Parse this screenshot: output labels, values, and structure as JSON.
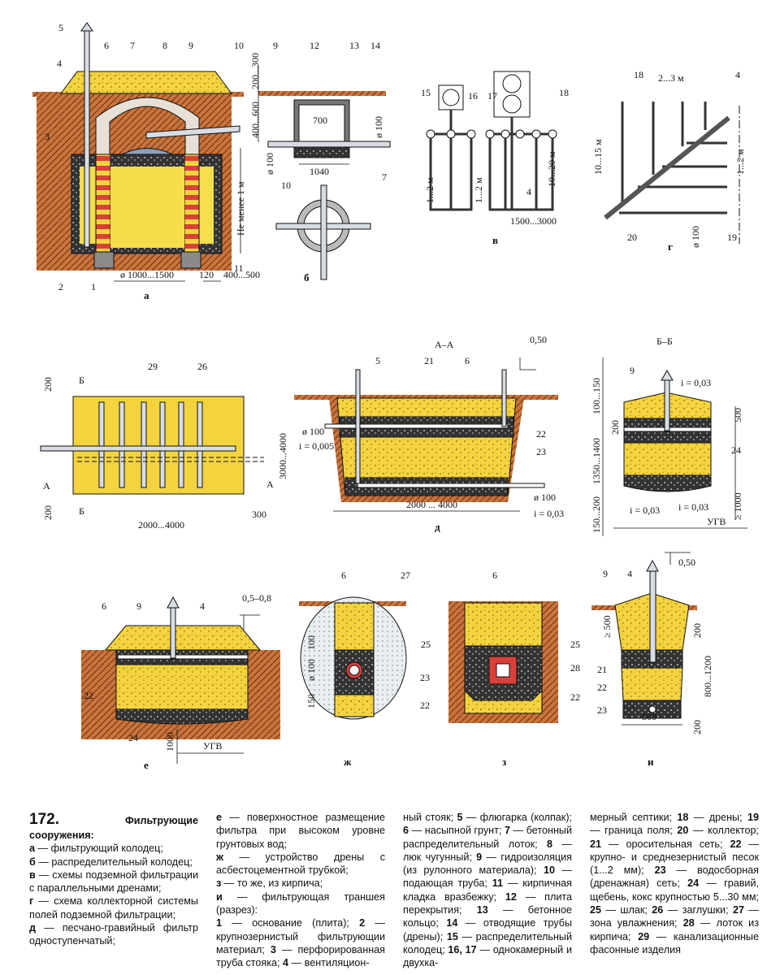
{
  "figure": {
    "panel_a": {
      "letter": "а",
      "labels": [
        "5",
        "4",
        "6",
        "7",
        "8",
        "9",
        "10",
        "3",
        "2",
        "1",
        "11",
        "ø 1000...1500",
        "120",
        "400...500",
        "Не менее 1 м"
      ]
    },
    "panel_b": {
      "letter": "б",
      "labels": [
        "9",
        "12",
        "13",
        "14",
        "200...300",
        "400...600",
        "700",
        "ø 100",
        "ø 100",
        "1040",
        "10",
        "7"
      ]
    },
    "panel_v": {
      "letter": "в",
      "labels": [
        "15",
        "16",
        "17",
        "18",
        "1...2 м",
        "1...2 м",
        "10...20 м",
        "4",
        "1500...3000"
      ]
    },
    "panel_g": {
      "letter": "г",
      "labels": [
        "18",
        "2...3 м",
        "4",
        "10...15 м",
        "1...2 м",
        "20",
        "ø 100",
        "19"
      ]
    },
    "panel_d_plan": {
      "labels": [
        "200",
        "Б",
        "29",
        "26",
        "3000...4000",
        "А",
        "А",
        "200",
        "Б",
        "2000...4000",
        "300"
      ]
    },
    "panel_d_section": {
      "letter": "д",
      "title": "А–А",
      "labels": [
        "0,50",
        "5",
        "21",
        "6",
        "ø 100",
        "i = 0,005",
        "22",
        "23",
        "2000 ... 4000",
        "ø 100",
        "i = 0,03"
      ]
    },
    "panel_bb": {
      "title": "Б–Б",
      "labels": [
        "9",
        "i = 0,03",
        "100...150",
        "200",
        "1350...1400",
        "150...200",
        "500",
        "24",
        "i = 0,03",
        "i = 0,03",
        "УГВ",
        "≥ 1000"
      ]
    },
    "panel_e": {
      "letter": "е",
      "labels": [
        "6",
        "9",
        "4",
        "0,5–0,8",
        "22",
        "24",
        "1000",
        "УГВ"
      ]
    },
    "panel_zh": {
      "letter": "ж",
      "labels": [
        "6",
        "27",
        "100",
        "ø 100",
        "150",
        "25",
        "23",
        "22"
      ]
    },
    "panel_z": {
      "letter": "з",
      "labels": [
        "6",
        "25",
        "28",
        "22"
      ]
    },
    "panel_i": {
      "letter": "и",
      "labels": [
        "0,50",
        "9",
        "4",
        "≥ 500",
        "200",
        "800...1200",
        "200",
        "21",
        "22",
        "23",
        "500"
      ]
    }
  },
  "colors": {
    "sand": "#f3d43f",
    "soil": "#c9743c",
    "gravel": "#3a3a3a",
    "brick": "#d9403a",
    "pipe": "#d8dde3"
  },
  "caption": {
    "number": "172.",
    "columns": [
      [
        [
          1,
          "Фильтрующие сооружения:"
        ],
        [
          0,
          "\n"
        ],
        [
          1,
          "а"
        ],
        [
          0,
          " — фильтрующий колодец;\n"
        ],
        [
          1,
          "б"
        ],
        [
          0,
          " — распределительный колодец;\n"
        ],
        [
          1,
          "в"
        ],
        [
          0,
          " — схемы подземной фильтрации с параллельными дренами;\n"
        ],
        [
          1,
          "г"
        ],
        [
          0,
          " — схема коллекторной системы полей подземной фильтрации;\n"
        ],
        [
          1,
          "д"
        ],
        [
          0,
          " — песчано-гравийный фильтр одноступенчатый;"
        ]
      ],
      [
        [
          1,
          "е"
        ],
        [
          0,
          " — поверхностное размещение фильтра при высоком уровне грунтовых вод;\n"
        ],
        [
          1,
          "ж"
        ],
        [
          0,
          " — устройство дрены с асбестоцементной трубкой;\n"
        ],
        [
          1,
          "з"
        ],
        [
          0,
          " — то же, из кирпича;\n"
        ],
        [
          1,
          "и"
        ],
        [
          0,
          " — фильтрующая траншея (разрез):\n"
        ],
        [
          1,
          "1"
        ],
        [
          0,
          " — основание (плита); "
        ],
        [
          1,
          "2"
        ],
        [
          0,
          " — крупнозернистый фильтрующии материал; "
        ],
        [
          1,
          "3"
        ],
        [
          0,
          " — перфорированная труба стояка; "
        ],
        [
          1,
          "4"
        ],
        [
          0,
          " — вентиляцион-"
        ]
      ],
      [
        [
          0,
          "ный стояк; "
        ],
        [
          1,
          "5"
        ],
        [
          0,
          " — флюгарка (колпак); "
        ],
        [
          1,
          "6"
        ],
        [
          0,
          " — насыпной грунт; "
        ],
        [
          1,
          "7"
        ],
        [
          0,
          " — бетонный распределительный лоток; "
        ],
        [
          1,
          "8"
        ],
        [
          0,
          " — люк чугунный; "
        ],
        [
          1,
          "9"
        ],
        [
          0,
          " — гидроизоляция (из рулонного материала); "
        ],
        [
          1,
          "10"
        ],
        [
          0,
          " — подающая труба; "
        ],
        [
          1,
          "11"
        ],
        [
          0,
          " — кирпичная кладка вразбежку; "
        ],
        [
          1,
          "12"
        ],
        [
          0,
          " — плита перекрытия; "
        ],
        [
          1,
          "13"
        ],
        [
          0,
          " — бетонное кольцо; "
        ],
        [
          1,
          "14"
        ],
        [
          0,
          " — отводящие трубы (дрены); "
        ],
        [
          1,
          "15"
        ],
        [
          0,
          " — распределительный колодец; "
        ],
        [
          1,
          "16, 17"
        ],
        [
          0,
          " — однокамерный и двухка-"
        ]
      ],
      [
        [
          0,
          "мерный септики; "
        ],
        [
          1,
          "18"
        ],
        [
          0,
          " — дрены; "
        ],
        [
          1,
          "19"
        ],
        [
          0,
          " — граница поля; "
        ],
        [
          1,
          "20"
        ],
        [
          0,
          " — коллектор; "
        ],
        [
          1,
          "21"
        ],
        [
          0,
          " — оросительная сеть; "
        ],
        [
          1,
          "22"
        ],
        [
          0,
          " — крупно- и среднезернистый песок (1...2 мм); "
        ],
        [
          1,
          "23"
        ],
        [
          0,
          " — водосборная (дренажная) сеть; "
        ],
        [
          1,
          "24"
        ],
        [
          0,
          " — гравий, щебень, кокс крупностью 5...30 мм; "
        ],
        [
          1,
          "25"
        ],
        [
          0,
          " — шлак; "
        ],
        [
          1,
          "26"
        ],
        [
          0,
          " — заглушки; "
        ],
        [
          1,
          "27"
        ],
        [
          0,
          " — зона увлажнения; "
        ],
        [
          1,
          "28"
        ],
        [
          0,
          " — лоток из кирпича; "
        ],
        [
          1,
          "29"
        ],
        [
          0,
          " — канализационные фасонные изделия"
        ]
      ]
    ]
  }
}
